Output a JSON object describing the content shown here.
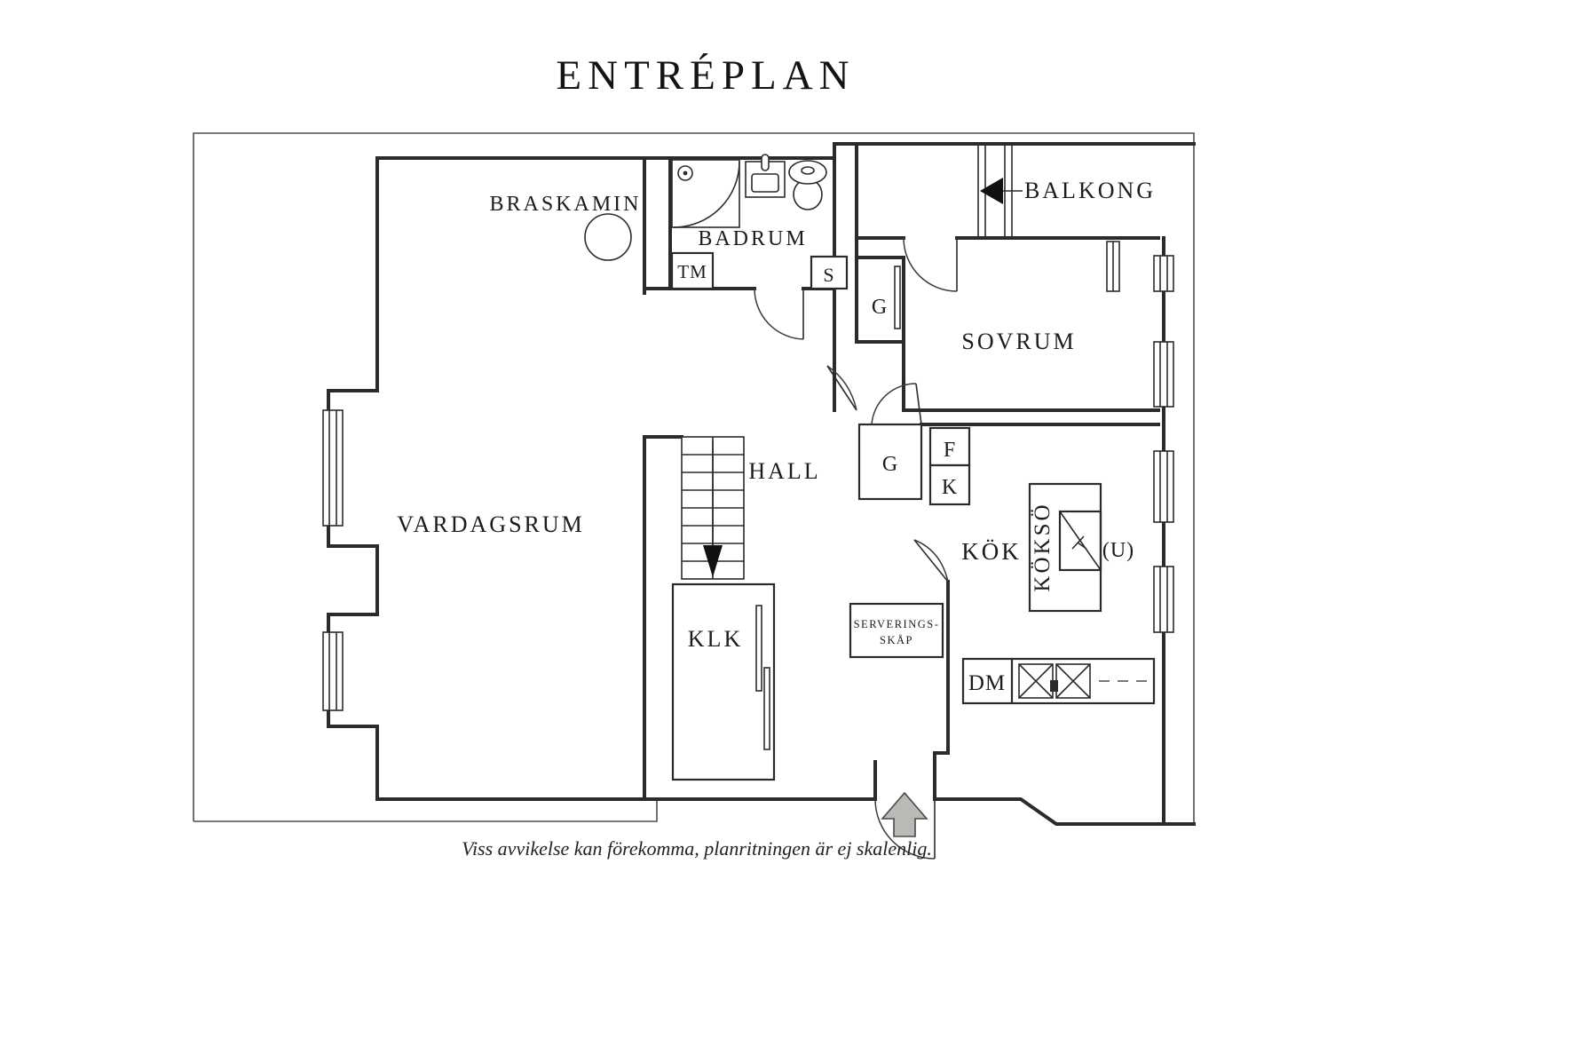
{
  "title": "ENTRÉPLAN",
  "disclaimer": "Viss avvikelse kan förekomma, planritningen är ej skalenlig.",
  "colors": {
    "wall": "#2b2b2b",
    "thin_boundary": "#4f4f4f",
    "text": "#1c1c1c",
    "entrance_arrow_fill": "#b9b9b5",
    "background": "#ffffff"
  },
  "rooms": {
    "vardagsrum": "VARDAGSRUM",
    "braskamin": "BRASKAMIN",
    "badrum": "BADRUM",
    "balkong": "BALKONG",
    "sovrum": "SOVRUM",
    "hall": "HALL",
    "kok": "KÖK",
    "klk": "KLK",
    "kokso": "KÖKSÖ"
  },
  "labels": {
    "tm": "TM",
    "s": "S",
    "g_closet_upper": "G",
    "g_closet_hall": "G",
    "f": "F",
    "k": "K",
    "dm": "DM",
    "u": "(U)",
    "serveringsskap_line1": "SERVERINGS-",
    "serveringsskap_line2": "SKÅP"
  }
}
